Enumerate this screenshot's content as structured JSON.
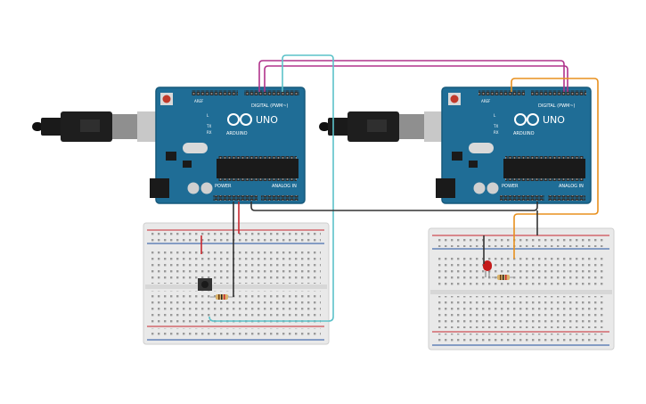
{
  "boards": [
    {
      "name": "UNO",
      "brand": "ARDUINO",
      "digital_label": "DIGITAL (PWM~)",
      "analog_label": "ANALOG IN",
      "power_label": "POWER",
      "aref_label": "AREF",
      "tx_label": "TX",
      "rx_label": "RX",
      "l_label": "L"
    },
    {
      "name": "UNO",
      "brand": "ARDUINO",
      "digital_label": "DIGITAL (PWM~)",
      "analog_label": "ANALOG IN",
      "power_label": "POWER",
      "aref_label": "AREF",
      "tx_label": "TX",
      "rx_label": "RX",
      "l_label": "L"
    }
  ],
  "colors": {
    "board": "#1f6d96",
    "board_dark": "#175a7c",
    "breadboard": "#e9e9e9",
    "wire_magenta": "#b0338c",
    "wire_cyan": "#5cc2c9",
    "wire_orange": "#e8901e",
    "wire_red": "#c8272e",
    "wire_black": "#333333",
    "led": "#c41a1a"
  },
  "icons": [
    "usb-cable-icon",
    "reset-button-icon",
    "crystal-icon",
    "chip-icon",
    "pushbutton-icon",
    "resistor-icon",
    "led-icon"
  ]
}
